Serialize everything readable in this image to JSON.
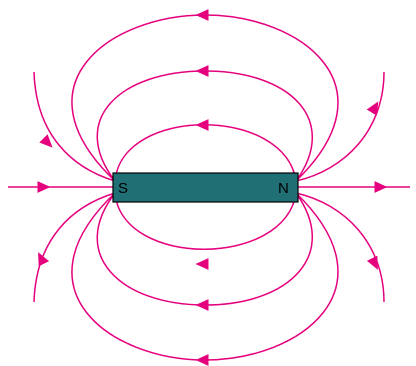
{
  "magnet": {
    "south_label": "S",
    "north_label": "N",
    "fill_color": "#1f6f74",
    "stroke_color": "#000000"
  },
  "field_lines": {
    "color": "#e5007e",
    "arrow_direction": "north-to-south"
  }
}
